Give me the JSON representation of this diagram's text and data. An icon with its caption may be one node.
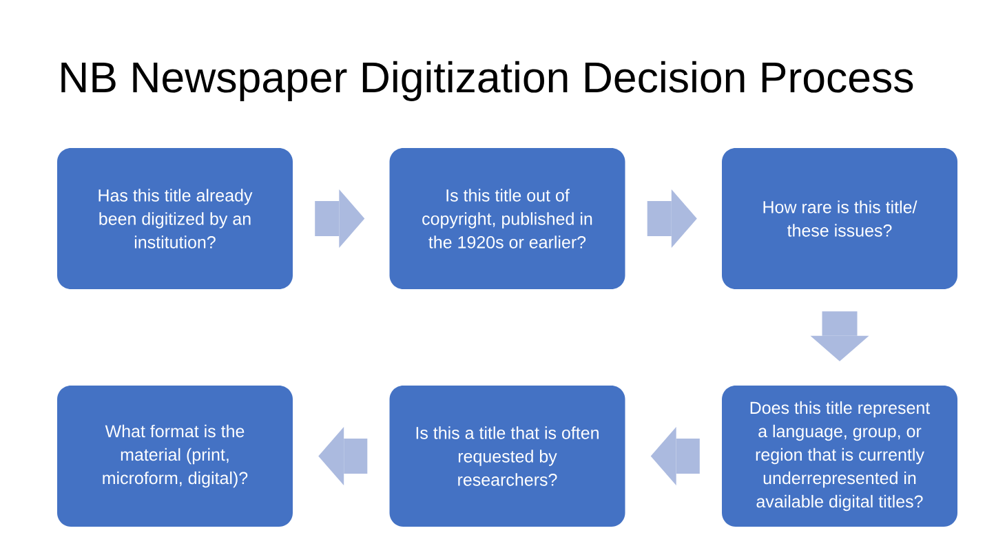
{
  "diagram": {
    "title": "NB Newspaper Digitization Decision Process",
    "nodes": [
      {
        "text": [
          "Has this title already been digitized by an institution?"
        ]
      },
      {
        "text": [
          "Is this title out of copyright, published in the 1920s or earlier?"
        ]
      },
      {
        "text": [
          "How rare is this title/ these issues?"
        ]
      },
      {
        "text": [
          "Does this title represent a language, group, or region that is currently underrepresented in available digital titles?"
        ]
      },
      {
        "text": [
          "Is this a title that is often requested by researchers?"
        ]
      },
      {
        "text": [
          "What format is the material (print, microform, digital)?"
        ]
      }
    ],
    "edges": [
      {
        "from": 0,
        "to": 1,
        "arrow": "to"
      },
      {
        "from": 1,
        "to": 2,
        "arrow": "to"
      },
      {
        "from": 2,
        "to": 3,
        "arrow": "to"
      },
      {
        "from": 3,
        "to": 4,
        "arrow": "to"
      },
      {
        "from": 4,
        "to": 5,
        "arrow": "to"
      }
    ]
  }
}
